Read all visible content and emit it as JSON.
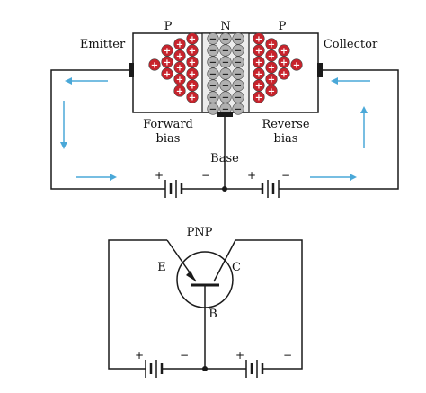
{
  "top": {
    "regions": {
      "p_left": "P",
      "n": "N",
      "p_right": "P"
    },
    "terminals": {
      "emitter": "Emitter",
      "collector": "Collector",
      "base": "Base"
    },
    "bias": {
      "forward_line1": "Forward",
      "forward_line2": "bias",
      "reverse_line1": "Reverse",
      "reverse_line2": "bias"
    },
    "polarity": {
      "plus": "+",
      "minus": "−"
    }
  },
  "bottom": {
    "device_label": "PNP",
    "terminals": {
      "emitter": "E",
      "collector": "C",
      "base": "B"
    },
    "polarity": {
      "plus": "+",
      "minus": "−"
    }
  },
  "colors": {
    "hole": "#c8232c",
    "electron": "#b0b0b0",
    "flow_arrow": "#4aa8d8",
    "wire": "#1a1a1a"
  },
  "carriers": {
    "hole_symbol": "+",
    "electron_symbol": "−"
  }
}
